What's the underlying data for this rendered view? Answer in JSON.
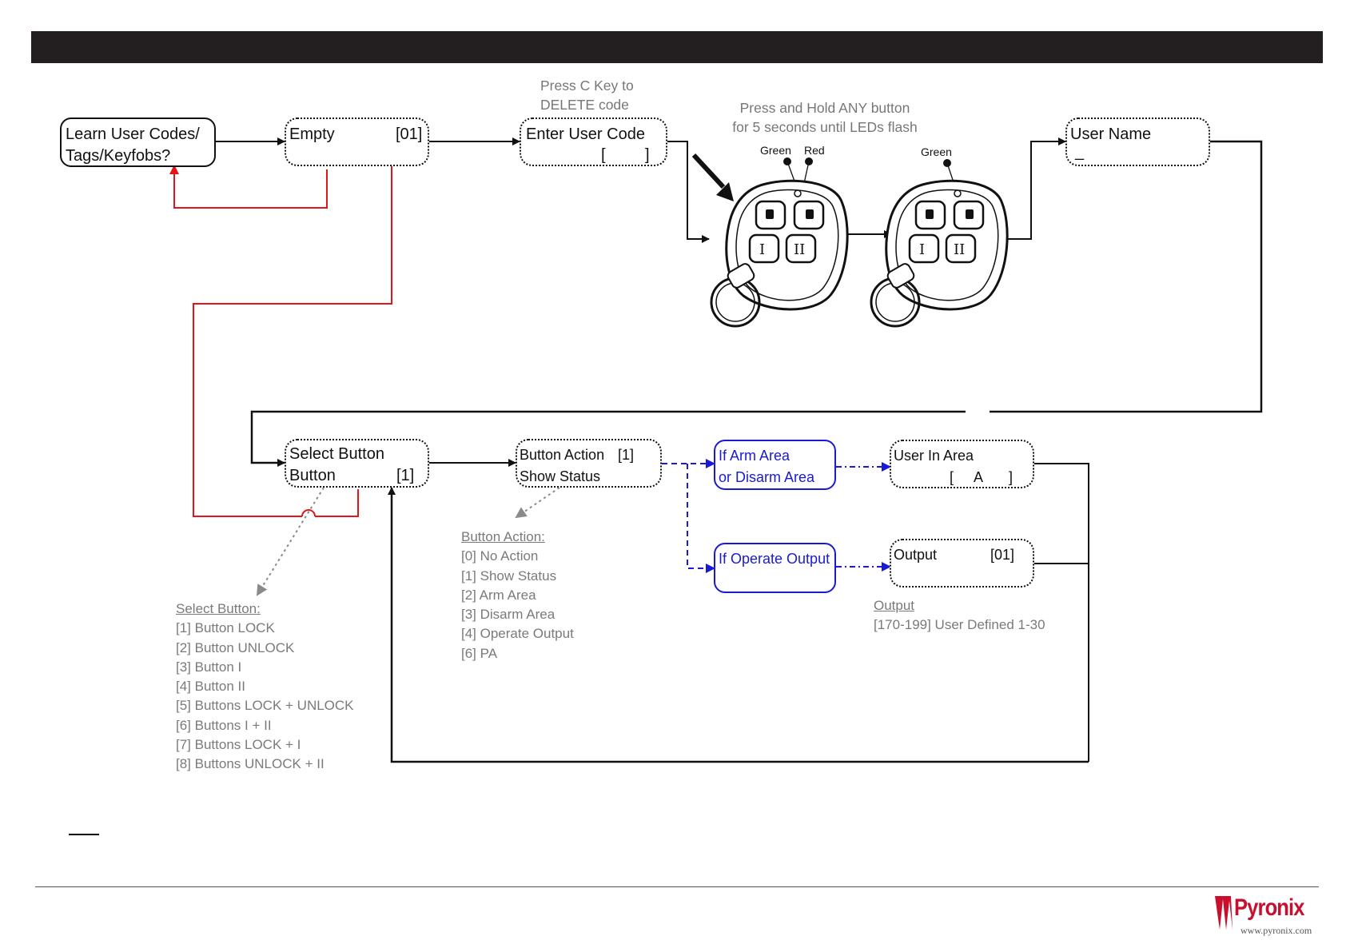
{
  "header": {
    "bar_color": "#231f20"
  },
  "flow": {
    "learn_box": {
      "line1": "Learn User Codes/",
      "line2": "Tags/Keyfobs?"
    },
    "empty_box": {
      "label": "Empty",
      "value": "[01]"
    },
    "enter_code_box": {
      "label": "Enter User Code",
      "bracket_open": "[",
      "bracket_close": "]"
    },
    "press_c_note": {
      "line1": "Press C Key to",
      "line2": "DELETE code"
    },
    "press_hold_note": {
      "line1": "Press and Hold ANY button",
      "line2": "for 5 seconds until LEDs flash"
    },
    "keyfob_left": {
      "led1": "Green",
      "led2": "Red"
    },
    "keyfob_right": {
      "led1": "Green"
    },
    "user_name_box": {
      "label": "User Name",
      "cursor": "_"
    },
    "select_button_box": {
      "line1": "Select Button",
      "line2": "Button",
      "value": "[1]"
    },
    "button_action_box": {
      "line1": "Button Action",
      "value": "[1]",
      "line2": "Show Status"
    },
    "arm_area_box": {
      "line1": "If Arm Area",
      "line2": "or Disarm Area"
    },
    "operate_output_box": {
      "label": "If Operate Output"
    },
    "user_in_area_box": {
      "label": "User In Area",
      "b_open": "[",
      "area": "A",
      "b_close": "]"
    },
    "output_box": {
      "label": "Output",
      "value": "[01]"
    }
  },
  "select_button_note": {
    "title": "Select Button:",
    "items": [
      "[1] Button LOCK",
      "[2] Button UNLOCK",
      "[3] Button I",
      "[4] Button II",
      "[5] Buttons LOCK + UNLOCK",
      "[6] Buttons I + II",
      "[7] Buttons LOCK + I",
      "[8] Buttons UNLOCK + II"
    ]
  },
  "button_action_note": {
    "title": "Button Action:",
    "items": [
      "[0] No Action",
      "[1] Show Status",
      "[2] Arm Area",
      "[3] Disarm Area",
      "[4] Operate Output",
      "[6] PA"
    ]
  },
  "output_note": {
    "title": "Output",
    "items": [
      "[170-199] User Defined 1-30"
    ]
  },
  "logo": {
    "brand": "Pyronix",
    "url": "www.pyronix.com",
    "brand_color": "#c8102e"
  },
  "colors": {
    "red_path": "#e0161b",
    "blue_path": "#1a1ad6",
    "grey_text": "#7a7a7a"
  }
}
